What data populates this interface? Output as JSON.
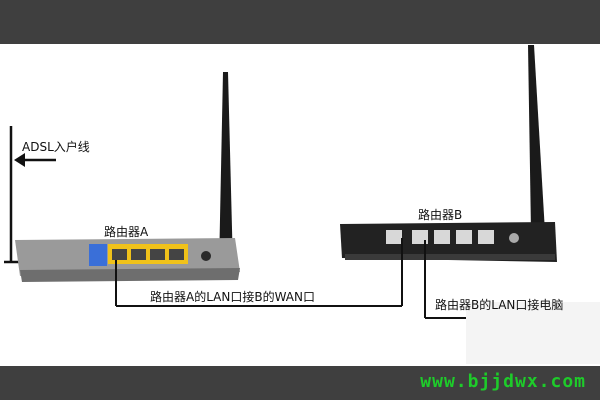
{
  "labels": {
    "adsl_line": "ADSL入户线",
    "router_a": "路由器A",
    "router_b": "路由器B",
    "a_lan_to_b_wan": "路由器A的LAN口接B的WAN口",
    "b_lan_to_pc": "路由器B的LAN口接电脑"
  },
  "watermark": "www.bjjdwx.com",
  "colors": {
    "bars": "#3f3f3f",
    "watermark": "#1ecb2a",
    "router_a_body": "#9a9a9a",
    "router_a_lan_ports": "#f0c21a",
    "router_a_wan_port": "#3a6fd8",
    "router_b_body": "#222222",
    "cable": "#111111"
  },
  "icons": [
    "arrow-left-icon",
    "antenna-icon",
    "router-icon"
  ]
}
